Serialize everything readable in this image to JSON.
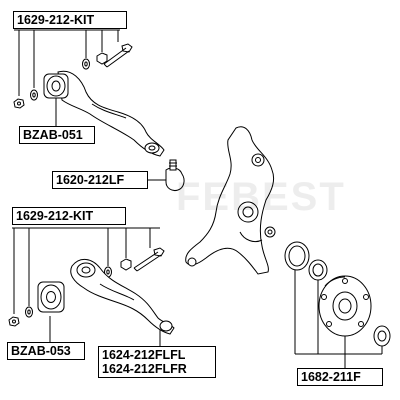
{
  "labels": {
    "kit_top": "1629-212-KIT",
    "bushing_top": "BZAB-051",
    "ball_joint": "1620-212LF",
    "kit_bottom": "1629-212-KIT",
    "bushing_bottom": "BZAB-053",
    "arm_lower_left": "1624-212FLFL",
    "arm_lower_right": "1624-212FLFR",
    "hub": "1682-211F"
  },
  "watermark": "FEBEST",
  "colors": {
    "line": "#000000",
    "background": "#ffffff"
  }
}
